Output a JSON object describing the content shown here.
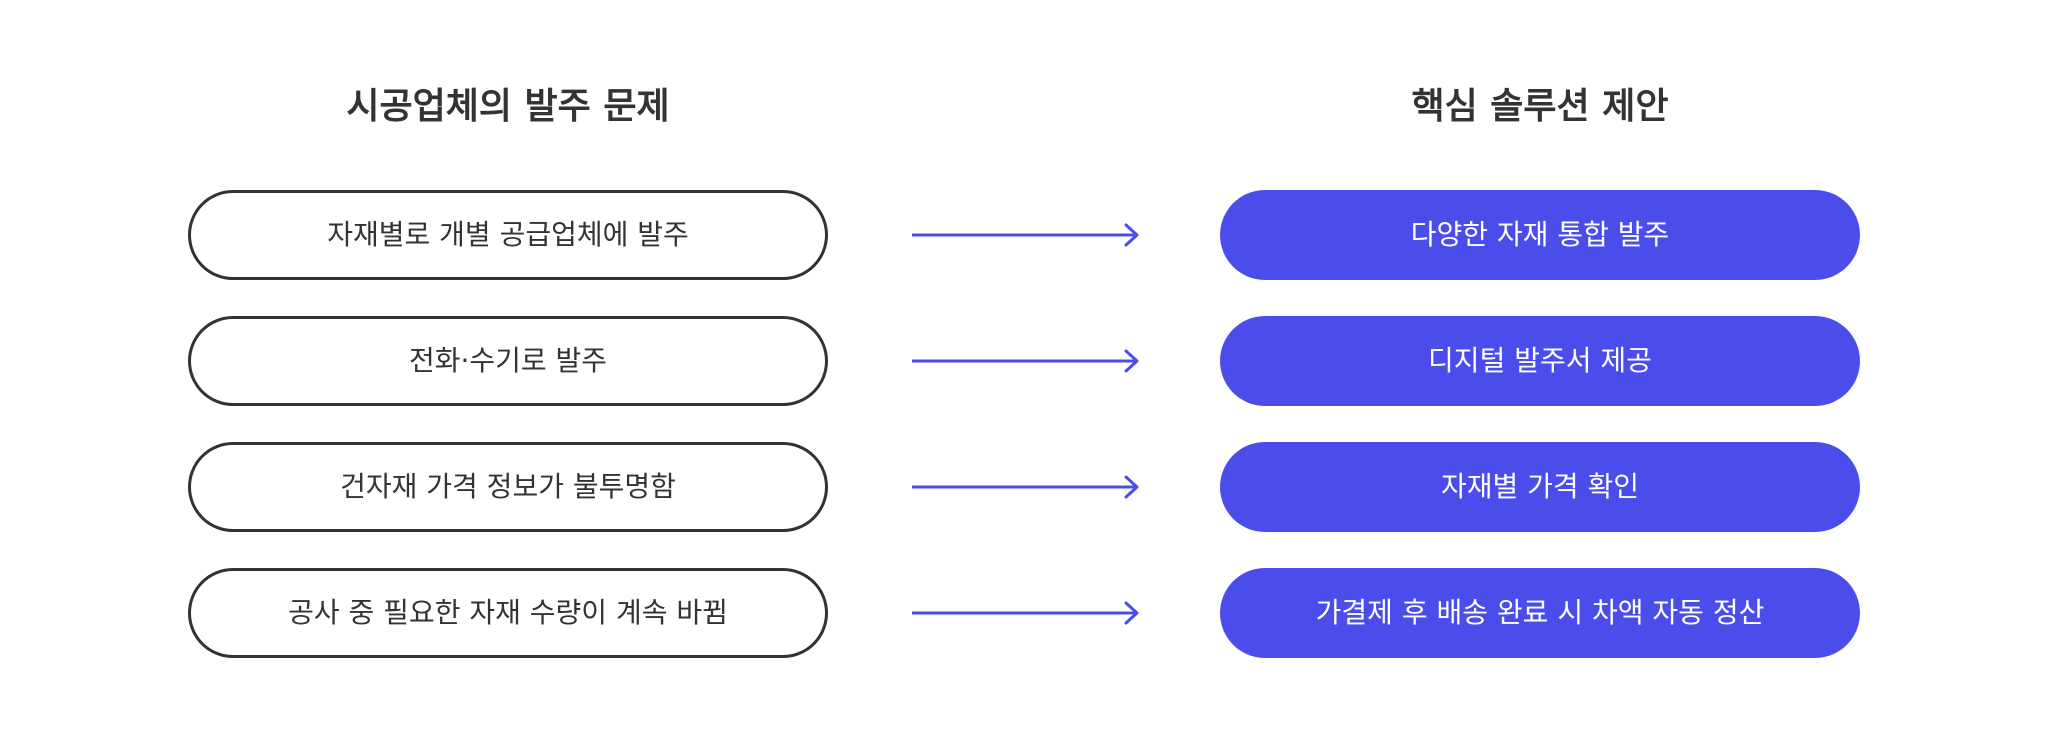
{
  "problems": {
    "title": "시공업체의 발주 문제",
    "items": [
      "자재별로 개별 공급업체에 발주",
      "전화·수기로 발주",
      "건자재 가격 정보가 불투명함",
      "공사 중 필요한 자재 수량이 계속 바뀜"
    ]
  },
  "solutions": {
    "title": "핵심 솔루션 제안",
    "items": [
      "다양한 자재 통합 발주",
      "디지털 발주서 제공",
      "자재별 가격 확인",
      "가결제 후 배송 완료 시 차액 자동 정산"
    ]
  },
  "colors": {
    "accent": "#4b4deb",
    "outline": "#333333",
    "text": "#333333"
  },
  "icons": {
    "connector": "arrow-right-icon"
  }
}
